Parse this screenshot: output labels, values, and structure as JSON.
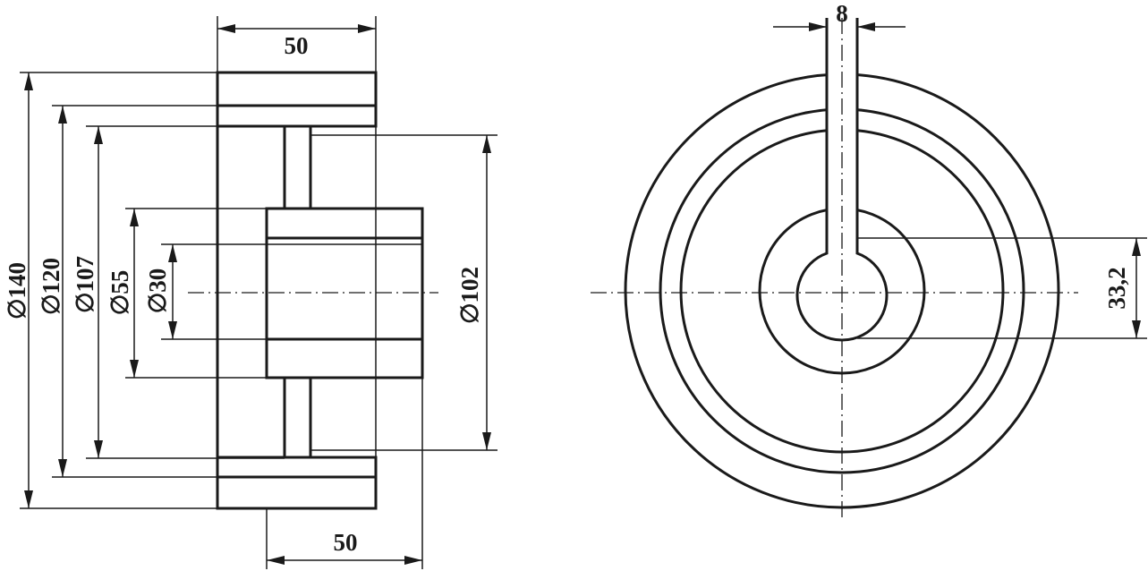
{
  "side_view": {
    "top_width": "50",
    "bottom_width": "50",
    "diameters": [
      "∅140",
      "∅120",
      "∅107",
      "∅55",
      "∅30"
    ],
    "right_diameter": "∅102"
  },
  "front_view": {
    "key_width": "8",
    "key_depth": "33,2"
  }
}
